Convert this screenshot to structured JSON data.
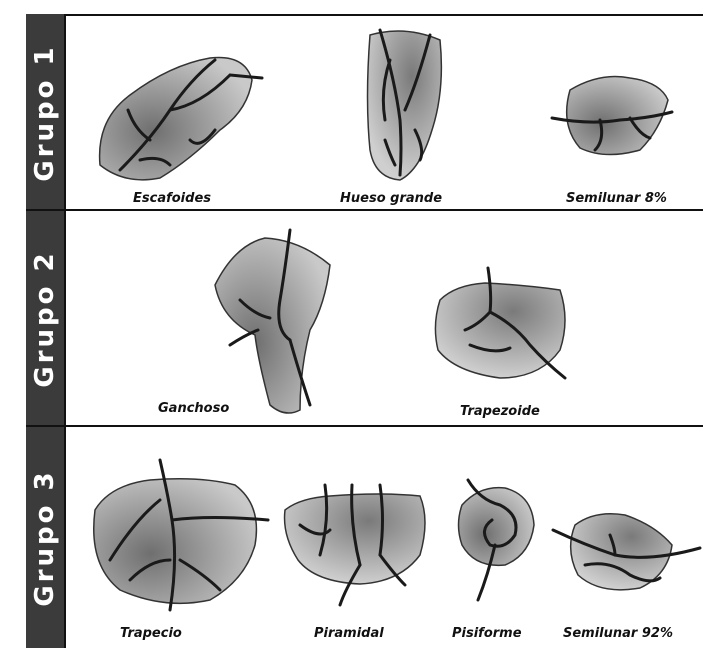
{
  "groups": [
    {
      "label": "Grupo 1",
      "bones": [
        "Escafoides",
        "Hueso grande",
        "Semilunar 8%"
      ]
    },
    {
      "label": "Grupo 2",
      "bones": [
        "Ganchoso",
        "Trapezoide"
      ]
    },
    {
      "label": "Grupo 3",
      "bones": [
        "Trapecio",
        "Piramidal",
        "Pisiforme",
        "Semilunar 92%"
      ]
    }
  ],
  "colors": {
    "sidebar": "#3b3b3b",
    "bone_fill": "#b9b9b9",
    "bone_shade": "#6f6f6f",
    "vessel": "#1a1a1a"
  }
}
